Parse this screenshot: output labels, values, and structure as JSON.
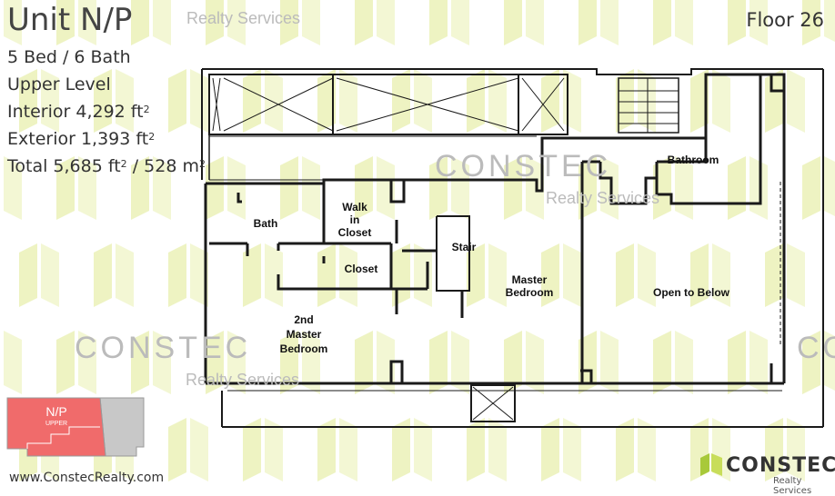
{
  "header": {
    "unit_title": "Unit N/P",
    "beds_baths": "5 Bed / 6 Bath",
    "level": "Upper Level",
    "interior_label": "Interior 4,292 ft",
    "exterior_label": "Exterior 1,393 ft",
    "total_label": "Total 5,685 ft",
    "total_metric": " / 528 m",
    "superscript": "2",
    "floor": "Floor 26"
  },
  "watermark": {
    "brand": "CONSTEC",
    "sub": "Realty Services"
  },
  "rooms": {
    "bath": "Bath",
    "walk_in_closet_line1": "Walk",
    "walk_in_closet_line2": "in",
    "walk_in_closet_line3": "Closet",
    "closet": "Closet",
    "stair": "Stair",
    "master_bedroom_line1": "Master",
    "master_bedroom_line2": "Bedroom",
    "bathroom": "Bathroom",
    "open_to_below": "Open to Below",
    "second_master_line1": "2nd",
    "second_master_line2": "Master",
    "second_master_line3": "Bedroom"
  },
  "keyplan": {
    "label": "N/P",
    "sublabel": "UPPER"
  },
  "footer": {
    "url": "www.ConstecRealty.com",
    "logo": "CONSTEC",
    "logo_sub": "Realty Services"
  },
  "colors": {
    "pattern": "#eef3c2",
    "wall": "#1a1a1a",
    "highlight": "#f06b6b",
    "keyplan_grey": "#c8c8c8"
  }
}
